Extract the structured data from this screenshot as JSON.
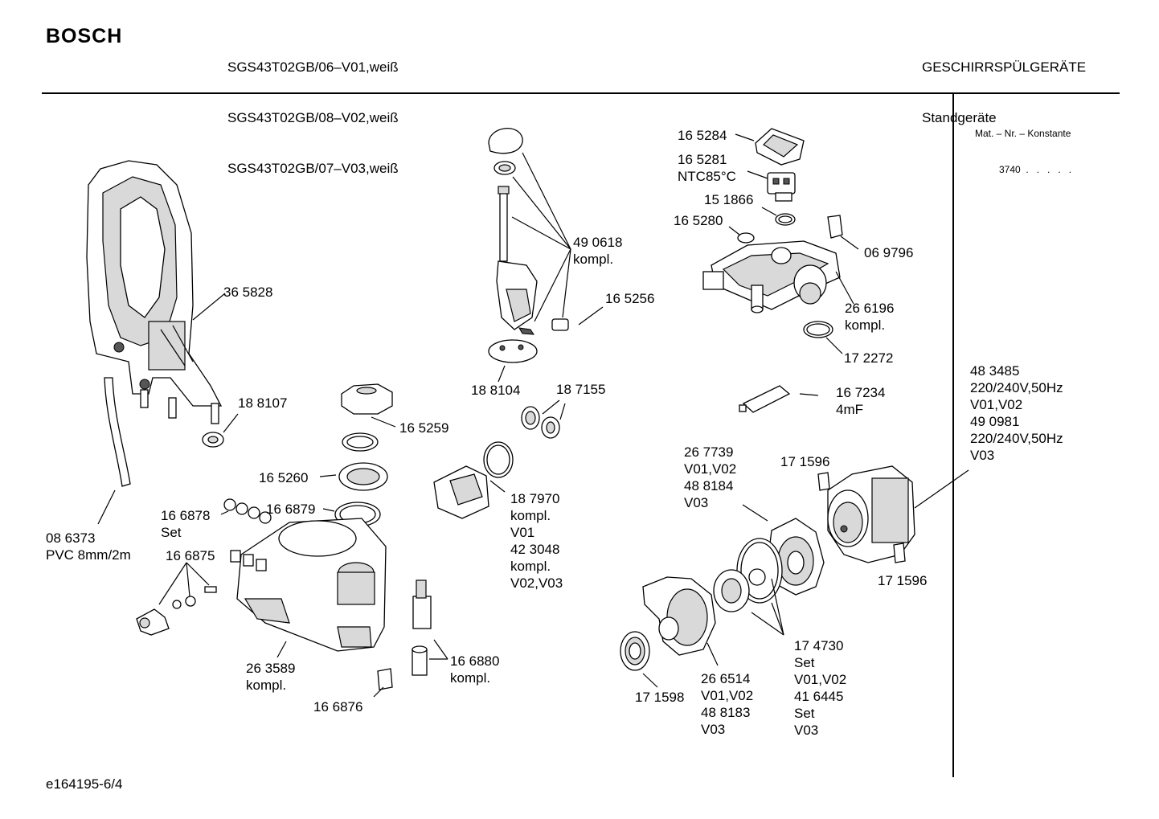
{
  "header": {
    "brand": "BOSCH",
    "models": [
      "SGS43T02GB/06–V01,weiß",
      "SGS43T02GB/08–V02,weiß",
      "SGS43T02GB/07–V03,weiß"
    ],
    "category": "GESCHIRRSPÜLGERÄTE",
    "subcategory": "Standgeräte"
  },
  "sidebar": {
    "mat_label": "Mat. – Nr. – Konstante",
    "mat_value": "3740  .   .   .   .   ."
  },
  "footer": {
    "code": "e164195-6/4"
  },
  "labels": {
    "p365828": "36 5828",
    "p188107": "18 8107",
    "p086373": [
      "08 6373",
      "PVC 8mm/2m"
    ],
    "p166878": [
      "16 6878",
      "Set"
    ],
    "p166879": "16 6879",
    "p166875": "16 6875",
    "p165260": "16 5260",
    "p165259": "16 5259",
    "p263589": [
      "26 3589",
      "kompl."
    ],
    "p166876": "16 6876",
    "p166880": [
      "16 6880",
      "kompl."
    ],
    "p490618": [
      "49 0618",
      "kompl."
    ],
    "p165256": "16 5256",
    "p188104": "18 8104",
    "p187155": "18 7155",
    "p187970": [
      "18 7970",
      "kompl.",
      "V01",
      "42 3048",
      "kompl.",
      "V02,V03"
    ],
    "p165284": "16 5284",
    "p165281": [
      "16 5281",
      "NTC85°C"
    ],
    "p151866": "15 1866",
    "p165280": "16 5280",
    "p069796": "06 9796",
    "p266196": [
      "26 6196",
      "kompl."
    ],
    "p172272": "17 2272",
    "p167234": [
      "16 7234",
      "4mF"
    ],
    "p483485": [
      "48 3485",
      "220/240V,50Hz",
      "V01,V02",
      "49 0981",
      "220/240V,50Hz",
      "V03"
    ],
    "p267739": [
      "26 7739",
      "V01,V02",
      "48 8184",
      "V03"
    ],
    "p171596a": "17 1596",
    "p171596b": "17 1596",
    "p174730": [
      "17 4730",
      "Set",
      "V01,V02",
      "41 6445",
      "Set",
      "V03"
    ],
    "p266514": [
      "26 6514",
      "V01,V02",
      "48 8183",
      "V03"
    ],
    "p171598": "17 1598"
  }
}
